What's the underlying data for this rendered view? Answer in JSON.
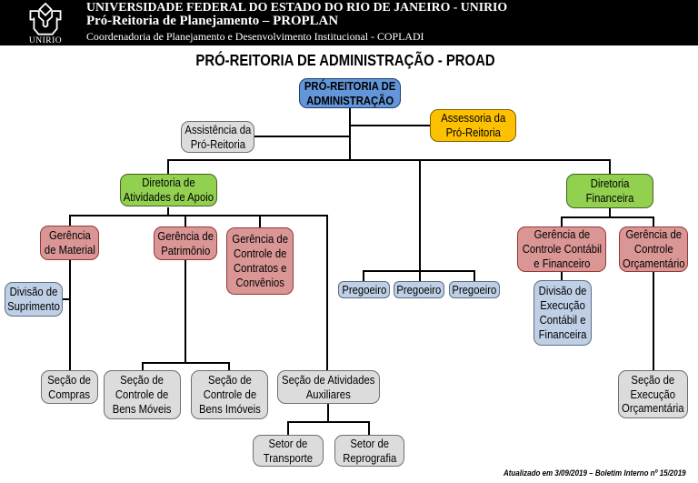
{
  "header": {
    "logo_label": "UNIRIO",
    "line1": "UNIVERSIDADE FEDERAL DO ESTADO DO RIO DE JANEIRO - UNIRIO",
    "line2": "Pró-Reitoria de Planejamento – PROPLAN",
    "line3": "Coordenadoria de Planejamento e Desenvolvimento Institucional - COPLADI"
  },
  "title": "PRÓ-REITORIA DE ADMINISTRAÇÃO - PROAD",
  "footer": "Atualizado em 3/09/2019 – Boletim Interno nº 15/2019",
  "colors": {
    "header_bg": "#000000",
    "header_text": "#ffffff",
    "line": "#000000",
    "blue_fill": "#6296d9",
    "yellow_fill": "#fdc101",
    "green_fill": "#92d050",
    "pink_fill": "#d99694",
    "light_blue_fill": "#b9cde5",
    "gray_fill": "#d9d9d9"
  },
  "nodes": {
    "proad": {
      "label": "PRÓ-REITORIA DE\nADMINISTRAÇÃO",
      "color": "blue"
    },
    "assistencia": {
      "label": "Assistência da\nPró-Reitoria",
      "color": "gray"
    },
    "assessoria": {
      "label": "Assessoria da\nPró-Reitoria",
      "color": "yellow"
    },
    "dir_apoio": {
      "label": "Diretoria de\nAtividades de Apoio",
      "color": "green"
    },
    "dir_financeira": {
      "label": "Diretoria\nFinanceira",
      "color": "green"
    },
    "ger_material": {
      "label": "Gerência\nde Material",
      "color": "pink"
    },
    "ger_patrimonio": {
      "label": "Gerência de\nPatrimônio",
      "color": "pink"
    },
    "ger_contratos": {
      "label": "Gerência de\nControle de\nContratos e\nConvênios",
      "color": "pink"
    },
    "ger_contabil": {
      "label": "Gerência de\nControle Contábil\ne Financeiro",
      "color": "pink"
    },
    "ger_orcamentario": {
      "label": "Gerência de\nControle\nOrçamentário",
      "color": "pink"
    },
    "div_suprimento": {
      "label": "Divisão de\nSuprimento",
      "color": "light_blue"
    },
    "div_execucao": {
      "label": "Divisão de\nExecução\nContábil e\nFinanceira",
      "color": "light_blue"
    },
    "pregoeiro1": {
      "label": "Pregoeiro",
      "color": "light_blue"
    },
    "pregoeiro2": {
      "label": "Pregoeiro",
      "color": "light_blue"
    },
    "pregoeiro3": {
      "label": "Pregoeiro",
      "color": "light_blue"
    },
    "sec_compras": {
      "label": "Seção de\nCompras",
      "color": "gray"
    },
    "sec_bens_moveis": {
      "label": "Seção de\nControle de\nBens Móveis",
      "color": "gray"
    },
    "sec_bens_imoveis": {
      "label": "Seção de\nControle de\nBens Imóveis",
      "color": "gray"
    },
    "sec_atividades": {
      "label": "Seção de Atividades\nAuxiliares",
      "color": "gray"
    },
    "setor_transporte": {
      "label": "Setor de\nTransporte",
      "color": "gray"
    },
    "setor_reprografia": {
      "label": "Setor de\nReprografia",
      "color": "gray"
    },
    "sec_execucao": {
      "label": "Seção de\nExecução\nOrçamentária",
      "color": "gray"
    }
  },
  "edges": [
    {
      "parent": "proad",
      "child": "assistencia"
    },
    {
      "parent": "proad",
      "child": "assessoria"
    },
    {
      "parent": "proad",
      "child": "dir_apoio"
    },
    {
      "parent": "proad",
      "child": "pregoeiro1"
    },
    {
      "parent": "proad",
      "child": "pregoeiro2"
    },
    {
      "parent": "proad",
      "child": "pregoeiro3"
    },
    {
      "parent": "proad",
      "child": "dir_financeira"
    },
    {
      "parent": "dir_apoio",
      "child": "ger_material"
    },
    {
      "parent": "dir_apoio",
      "child": "ger_patrimonio"
    },
    {
      "parent": "dir_apoio",
      "child": "ger_contratos"
    },
    {
      "parent": "dir_apoio",
      "child": "sec_atividades"
    },
    {
      "parent": "ger_material",
      "child": "div_suprimento"
    },
    {
      "parent": "ger_material",
      "child": "sec_compras"
    },
    {
      "parent": "ger_patrimonio",
      "child": "sec_bens_moveis"
    },
    {
      "parent": "ger_patrimonio",
      "child": "sec_bens_imoveis"
    },
    {
      "parent": "sec_atividades",
      "child": "setor_transporte"
    },
    {
      "parent": "sec_atividades",
      "child": "setor_reprografia"
    },
    {
      "parent": "dir_financeira",
      "child": "ger_contabil"
    },
    {
      "parent": "dir_financeira",
      "child": "ger_orcamentario"
    },
    {
      "parent": "ger_contabil",
      "child": "div_execucao"
    },
    {
      "parent": "ger_orcamentario",
      "child": "sec_execucao"
    }
  ]
}
